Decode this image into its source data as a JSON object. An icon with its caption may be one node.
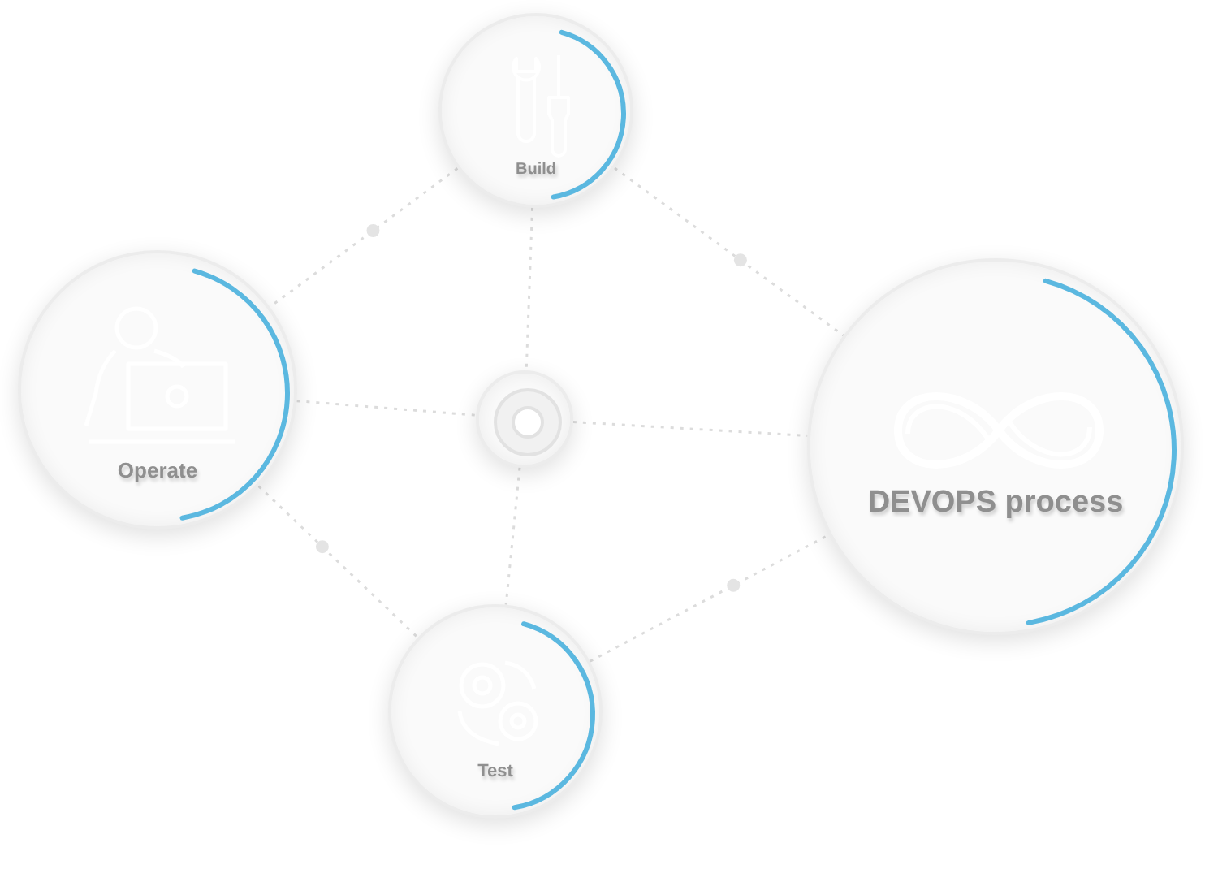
{
  "diagram": {
    "nodes": [
      {
        "text": [
          "Build"
        ]
      },
      {
        "text": [
          "Operate"
        ]
      },
      {
        "text": [],
        "shape": "circle"
      },
      {
        "text": [
          "DEVOPS process"
        ]
      },
      {
        "text": [
          "Test"
        ]
      }
    ],
    "edges": [
      {
        "from": 0,
        "to": 1,
        "arrow": "none"
      },
      {
        "from": 0,
        "to": 2,
        "arrow": "none"
      },
      {
        "from": 0,
        "to": 3,
        "arrow": "none"
      },
      {
        "from": 1,
        "to": 2,
        "arrow": "none"
      },
      {
        "from": 2,
        "to": 3,
        "arrow": "none"
      },
      {
        "from": 2,
        "to": 4,
        "arrow": "none"
      },
      {
        "from": 1,
        "to": 4,
        "arrow": "none"
      },
      {
        "from": 4,
        "to": 3,
        "arrow": "none"
      }
    ]
  }
}
